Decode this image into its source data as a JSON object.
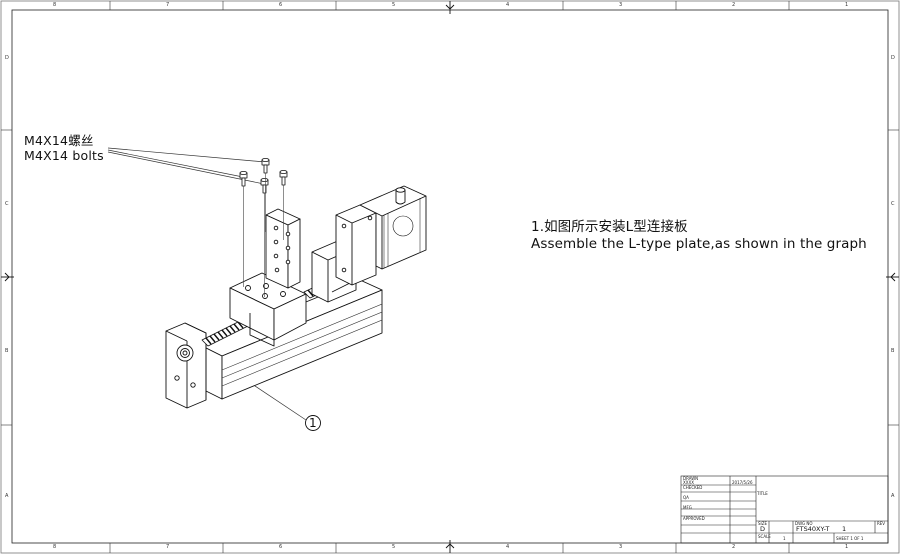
{
  "callout": {
    "line1": "M4X14螺丝",
    "line2": "M4X14 bolts"
  },
  "instruction": {
    "line1": "1.如图所示安装L型连接板",
    "line2": "Assemble the L-type plate,as shown in the graph"
  },
  "balloon": "1",
  "zones": {
    "columns": [
      "8",
      "7",
      "6",
      "5",
      "4",
      "3",
      "2",
      "1"
    ],
    "rows": [
      "D",
      "C",
      "B",
      "A"
    ]
  },
  "title_block": {
    "drawn_label": "DRAWN",
    "drawn_name": "XXXX",
    "drawn_date": "2017/5/26",
    "checked_label": "CHECKED",
    "qa_label": "QA",
    "mfg_label": "MFG",
    "approved_label": "APPROVED",
    "title_label": "TITLE",
    "size_label": "SIZE",
    "size_value": "D",
    "dwg_label": "DWG NO",
    "dwg_value": "FTS40XY-T",
    "dwg_count": "1",
    "rev_label": "REV",
    "scale_label": "SCALE",
    "scale_value": "1",
    "sheet_label": "SHEET 1  OF 1"
  },
  "colors": {
    "line": "#111111",
    "background": "#ffffff"
  }
}
